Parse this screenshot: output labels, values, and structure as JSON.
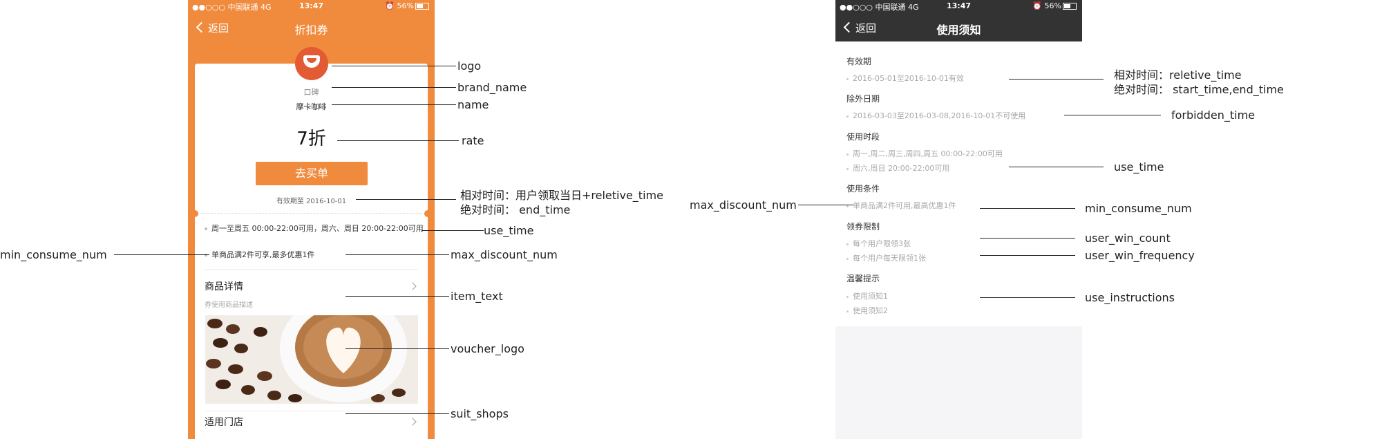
{
  "status": {
    "carrier": "●●○○○ 中国联通",
    "network": "4G",
    "time": "13:47",
    "alarm": "⏰",
    "battery": "56%"
  },
  "coupon_screen": {
    "back_label": "返回",
    "title": "折扣券",
    "brand_name": "口碑",
    "name": "摩卡咖啡",
    "rate": "7折",
    "buy_button": "去买单",
    "validity": "有效期至 2016-10-01",
    "use_time": "周一至周五 00:00-22:00可用，周六、周日 20:00-22:00可用",
    "max_discount": "单商品满2件可享,最多优惠1件",
    "item_detail_title": "商品详情",
    "item_detail_sub": "券使用商品描述",
    "suit_shops": "适用门店",
    "logo_icon": "smile-logo-icon",
    "accent": "#f08a3c"
  },
  "notice_screen": {
    "back_label": "返回",
    "title": "使用须知",
    "sections": [
      {
        "title": "有效期",
        "items": [
          "2016-05-01至2016-10-01有效"
        ]
      },
      {
        "title": "除外日期",
        "items": [
          "2016-03-03至2016-03-08,2016-10-01不可使用"
        ]
      },
      {
        "title": "使用时段",
        "items": [
          "周一,周二,周三,周四,周五 00:00-22:00可用",
          "周六,周日 20:00-22:00可用"
        ]
      },
      {
        "title": "使用条件",
        "items": [
          "单商品满2件可用,最高优惠1件"
        ]
      },
      {
        "title": "领券限制",
        "items": [
          "每个用户限领3张",
          "每个用户每天限领1张"
        ]
      },
      {
        "title": "温馨提示",
        "items": [
          "使用须知1",
          "使用须知2"
        ]
      }
    ]
  },
  "annotations": {
    "logo": "logo",
    "brand_name": "brand_name",
    "name": "name",
    "rate": "rate",
    "end_time_1": "相对时间：用户领取当日+reletive_time",
    "end_time_2": "绝对时间： end_time",
    "use_time": "use_time",
    "max_discount_num": "max_discount_num",
    "min_consume_num": "min_consume_num",
    "item_text": "item_text",
    "voucher_logo": "voucher_logo",
    "suit_shops": "suit_shops",
    "r_time_1": "相对时间：reletive_time",
    "r_time_2": "绝对时间： start_time,end_time",
    "r_forbidden": "forbidden_time",
    "r_use_time": "use_time",
    "r_max_discount": "max_discount_num",
    "r_min_consume": "min_consume_num",
    "r_win_count": "user_win_count",
    "r_win_freq": "user_win_frequency",
    "r_instructions": "use_instructions"
  }
}
